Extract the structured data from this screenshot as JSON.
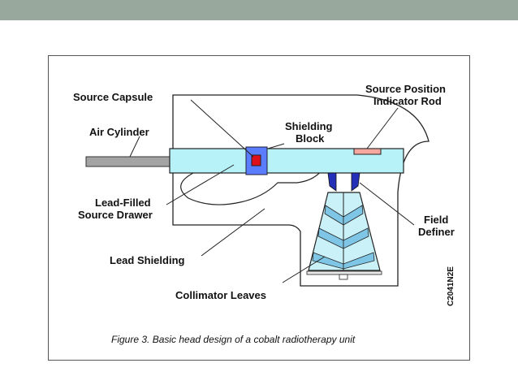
{
  "colors": {
    "top_bar": "#98a89c",
    "drawer_fill": "#b6f2f8",
    "shielding_block": "#5a7cff",
    "source_capsule": "#e0101a",
    "indicator_rod": "#f6a8a0",
    "air_cylinder": "#a4a4a4",
    "field_definer": "#2430b8",
    "collimator_fill": "#c9f1f7",
    "collimator_leaf": "#7fc6e6"
  },
  "diagram": {
    "labels": {
      "source_capsule": "Source Capsule",
      "source_position_line1": "Source Position",
      "source_position_line2": "Indicator Rod",
      "air_cylinder": "Air Cylinder",
      "shielding_line1": "Shielding",
      "shielding_line2": "Block",
      "lead_filled_line1": "Lead-Filled",
      "lead_filled_line2": "Source Drawer",
      "field_line1": "Field",
      "field_line2": "Definer",
      "lead_shielding": "Lead Shielding",
      "collimator_leaves": "Collimator Leaves",
      "side_code": "C2041N2E"
    },
    "caption": "Figure 3. Basic head design of a cobalt radiotherapy unit"
  }
}
